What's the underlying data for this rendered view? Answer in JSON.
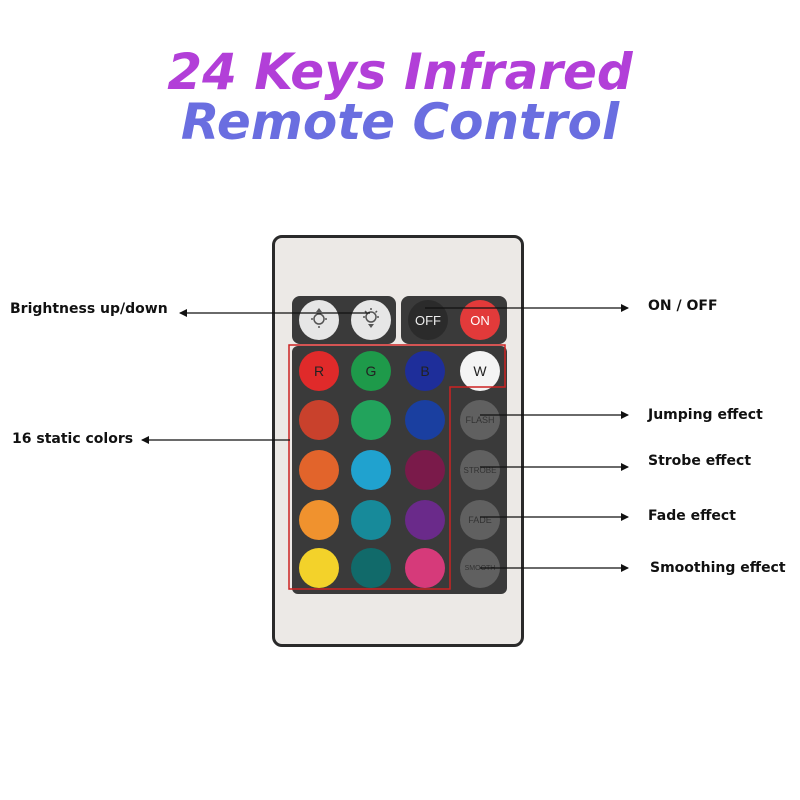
{
  "title": {
    "line1": "24 Keys Infrared",
    "line2": "Remote Control"
  },
  "labels": {
    "brightness": "Brightness up/down",
    "on_off": "ON / OFF",
    "static_colors": "16 static colors",
    "jumping": "Jumping effect",
    "strobe": "Strobe effect",
    "fade": "Fade effect",
    "smoothing": "Smoothing effect"
  },
  "buttons": {
    "brightness_down_icon": "brightness-down-icon",
    "brightness_up_icon": "brightness-up-icon",
    "off": "OFF",
    "on": "ON",
    "r": "R",
    "g": "G",
    "b": "B",
    "w": "W",
    "flash": "FLASH",
    "strobe": "STROBE",
    "fade": "FADE",
    "smooth": "SMOOTH"
  },
  "colors": {
    "title_line1": "#b23fd8",
    "title_line2": "#6a6ee0",
    "outline_red": "#cc2222"
  }
}
